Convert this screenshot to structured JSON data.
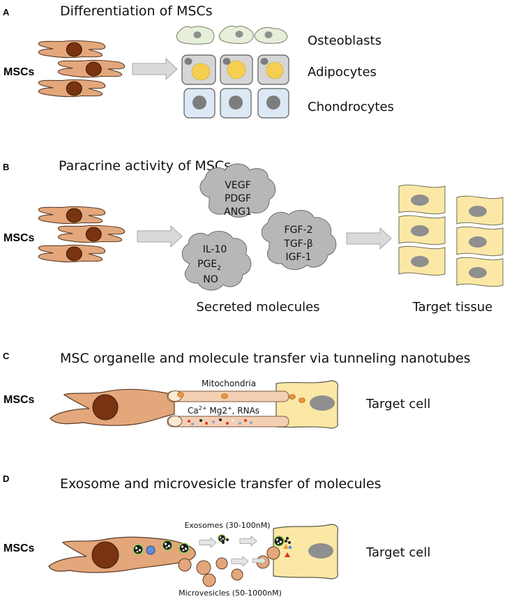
{
  "panels": {
    "a": {
      "letter": "A",
      "title": "Differentiation of MSCs",
      "source_label": "MSCs",
      "types": [
        "Osteoblasts",
        "Adipocytes",
        "Chondrocytes"
      ]
    },
    "b": {
      "letter": "B",
      "title": "Paracrine activity of MSCs",
      "source_label": "MSCs",
      "cloud1": [
        "VEGF",
        "PDGF",
        "ANG1"
      ],
      "cloud2": [
        "FGF-2",
        "TGF-β",
        "IGF-1"
      ],
      "cloud3": {
        "l1": "IL-10",
        "l2": "PGE",
        "l2_sub": "2",
        "l3": "NO"
      },
      "secreted_caption": "Secreted molecules",
      "target_caption": "Target tissue"
    },
    "c": {
      "letter": "C",
      "title": "MSC organelle and molecule transfer via tunneling nanotubes",
      "source_label": "MSCs",
      "tube1_label": "Mitochondria",
      "tube2": {
        "ca": "Ca",
        "ca_sup": "2+",
        "mg": " Mg2",
        "mg_sup": "+",
        "rest": ", RNAs"
      },
      "target_label": "Target cell"
    },
    "d": {
      "letter": "D",
      "title": "Exosome and microvesicle transfer of molecules",
      "source_label": "MSCs",
      "exosomes_label": "Exosomes (30-100nM)",
      "microvesicles_label": "Microvesicles (50-1000nM)",
      "target_label": "Target cell"
    }
  },
  "colors": {
    "msc_cell": "#e3a77b",
    "nucleus": "#7a3310",
    "target_cell": "#fbe8a6",
    "osteo": "#e6efd9",
    "adipo": "#d6d6d6",
    "chondro": "#dce9f5",
    "cloud": "#b7b7b7",
    "arrow": "#d9d9d9",
    "lipid": "#f5cf52",
    "grey_nucleus": "#8f8f8f"
  }
}
